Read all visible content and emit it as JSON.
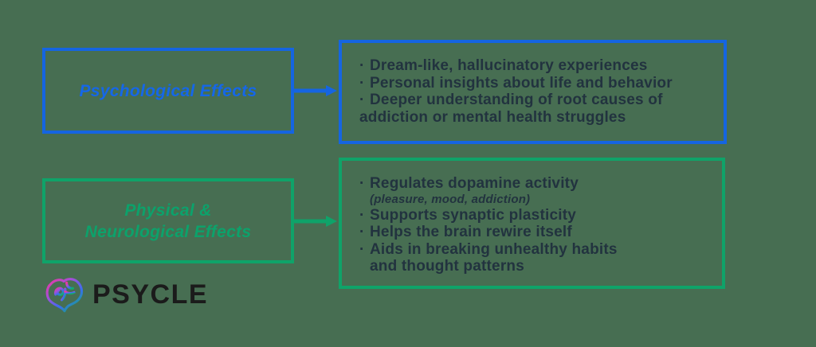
{
  "ui": {
    "bullet": "·"
  },
  "colors": {
    "background": "#476E52",
    "blue": "#1565E1",
    "green": "#0FA369",
    "text_dark": "#22333F",
    "logo_text": "#1B1B1B",
    "brain_gradient": [
      "#F0369E",
      "#A44FD8",
      "#3A6DF0",
      "#0FAE6E"
    ]
  },
  "psych": {
    "label": "Psychological Effects",
    "lines": [
      "Dream-like, hallucinatory experiences",
      "Personal insights about life and behavior",
      "Deeper understanding of root causes of",
      "addiction or mental health struggles"
    ]
  },
  "phys": {
    "label_line1": "Physical &",
    "label_line2": "Neurological Effects",
    "lines": [
      "Regulates dopamine activity",
      "(pleasure, mood, addiction)",
      "Supports synaptic plasticity",
      "Helps the brain rewire itself",
      "Aids in breaking unhealthy habits",
      "and thought patterns"
    ]
  },
  "logo": {
    "text": "PSYCLE"
  }
}
